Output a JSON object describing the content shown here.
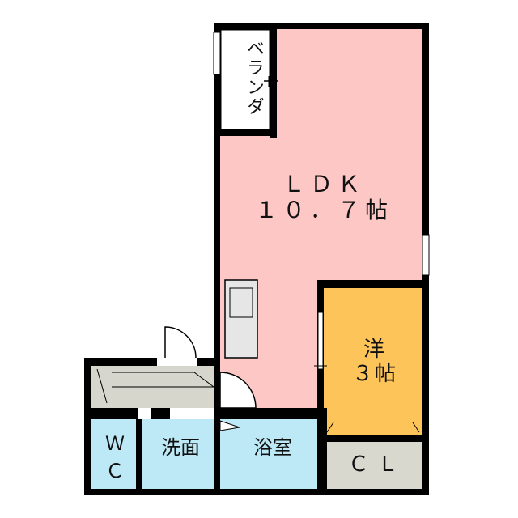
{
  "rooms": {
    "ldk": {
      "label": "ＬＤＫ\n１０．７帖",
      "color": "#fdc7c6"
    },
    "western": {
      "label": "洋\n３帖",
      "color": "#fdc45a"
    },
    "closet": {
      "label": "ＣＬ",
      "color": "#d8d8cf"
    },
    "wc": {
      "label": "Ｗ\nＣ",
      "color": "#bde9f7"
    },
    "washroom": {
      "label": "洗面",
      "color": "#bde9f7"
    },
    "bathroom": {
      "label": "浴室",
      "color": "#bde9f7"
    },
    "veranda": {
      "label": "ベランダ",
      "color": "#ffffff"
    },
    "entrance": {
      "label": "",
      "color": "#d6d6cc"
    }
  },
  "colors": {
    "wall": "#000000",
    "fixture": "#e6e6e6"
  }
}
